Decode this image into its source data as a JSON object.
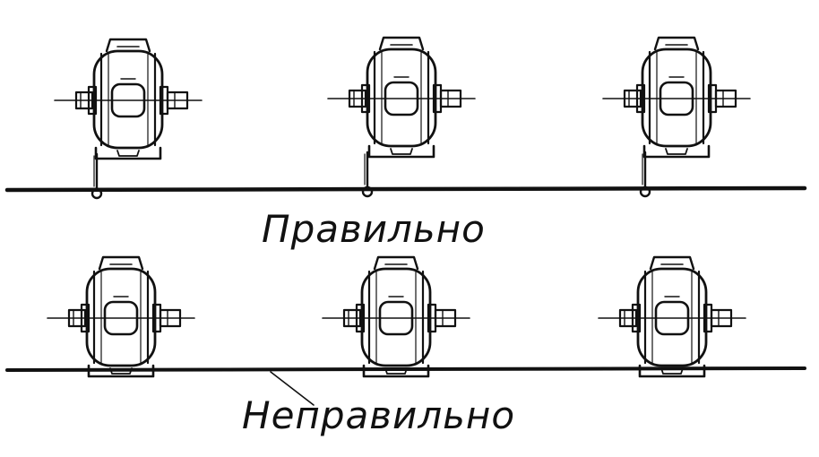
{
  "labels": {
    "correct": "Правильно",
    "incorrect": "Неправильно"
  },
  "rows": [
    {
      "id": "correct",
      "grounded": true,
      "motor_count": 3
    },
    {
      "id": "incorrect",
      "grounded": false,
      "motor_count": 3
    }
  ],
  "colors": {
    "ink": "#111111",
    "paper": "#ffffff"
  }
}
